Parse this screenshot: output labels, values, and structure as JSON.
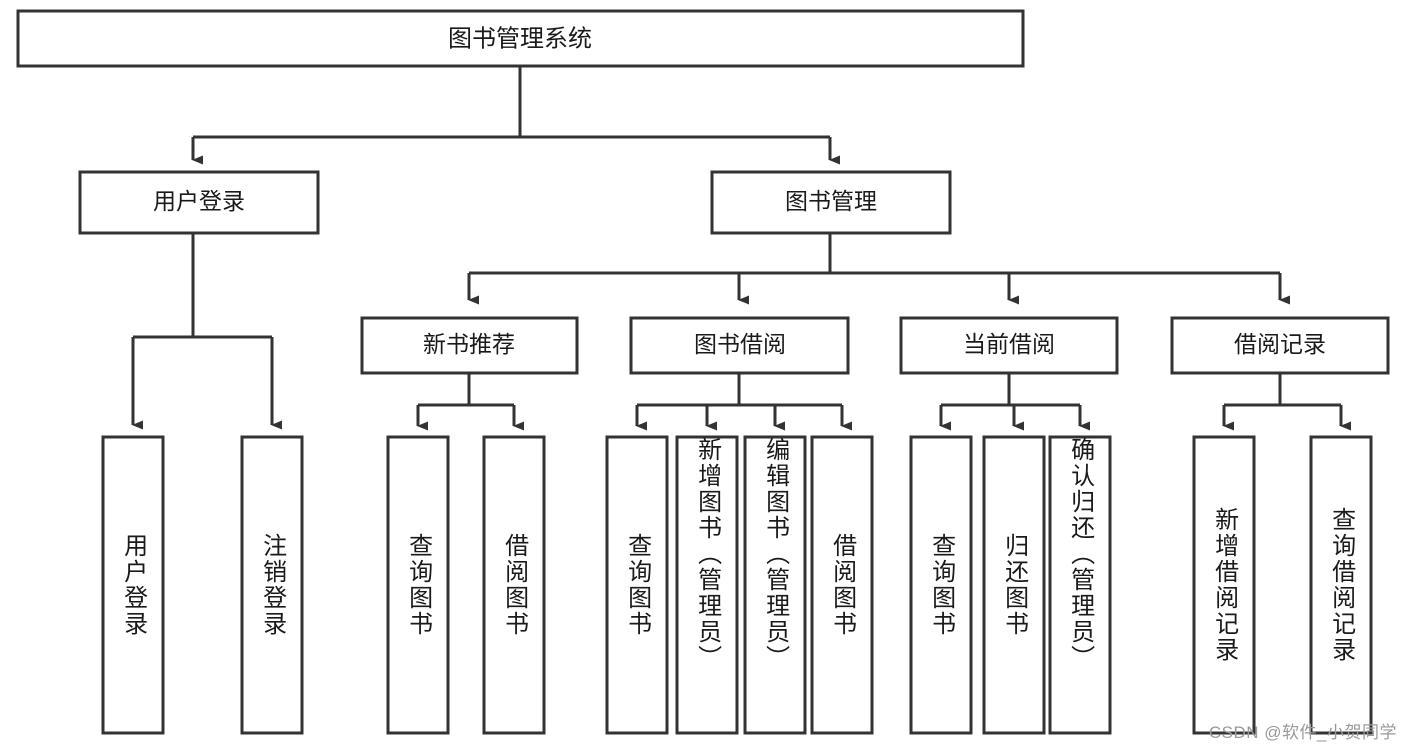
{
  "diagram": {
    "title": "图书管理系统",
    "type": "tree-hierarchy-chart",
    "watermark": "CSDN @软件_小贺同学",
    "colors": {
      "stroke": "#333333",
      "fill": "#ffffff",
      "text": "#1a1a1a",
      "watermark": "#9a9a9a"
    },
    "root": {
      "label": "图书管理系统"
    },
    "level2": [
      {
        "label": "用户登录"
      },
      {
        "label": "图书管理"
      }
    ],
    "level3": [
      {
        "label": "新书推荐"
      },
      {
        "label": "图书借阅"
      },
      {
        "label": "当前借阅"
      },
      {
        "label": "借阅记录"
      }
    ],
    "leaves": {
      "user_login": [
        {
          "label": "用户登录"
        },
        {
          "label": "注销登录"
        }
      ],
      "new_book_recommend": [
        {
          "label": "查询图书"
        },
        {
          "label": "借阅图书"
        }
      ],
      "book_borrow": [
        {
          "label": "查询图书"
        },
        {
          "label": "新增图书（管理员）"
        },
        {
          "label": "编辑图书（管理员）"
        },
        {
          "label": "借阅图书"
        }
      ],
      "current_borrow": [
        {
          "label": "查询图书"
        },
        {
          "label": "归还图书"
        },
        {
          "label": "确认归还（管理员）"
        }
      ],
      "borrow_record": [
        {
          "label": "新增借阅记录"
        },
        {
          "label": "查询借阅记录"
        }
      ]
    }
  }
}
